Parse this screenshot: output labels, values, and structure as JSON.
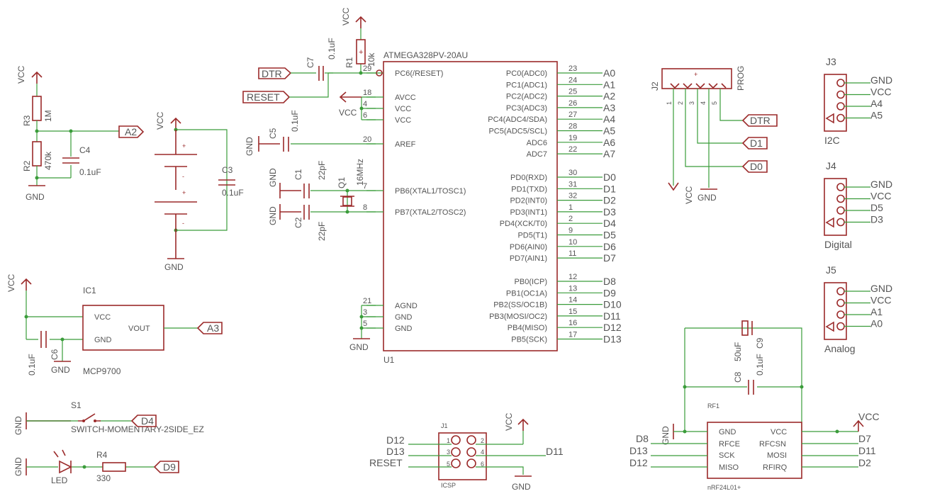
{
  "mcu": {
    "name": "ATMEGA328PV-20AU",
    "ref": "U1",
    "left_pins": [
      {
        "num": "29",
        "name": "PC6(/RESET)"
      },
      {
        "num": "18",
        "name": "AVCC"
      },
      {
        "num": "4",
        "name": "VCC"
      },
      {
        "num": "6",
        "name": "VCC"
      },
      {
        "num": "20",
        "name": "AREF"
      },
      {
        "num": "7",
        "name": "PB6(XTAL1/TOSC1)"
      },
      {
        "num": "8",
        "name": "PB7(XTAL2/TOSC2)"
      },
      {
        "num": "21",
        "name": "AGND"
      },
      {
        "num": "3",
        "name": "GND"
      },
      {
        "num": "5",
        "name": "GND"
      }
    ],
    "right_pins": [
      {
        "num": "23",
        "name": "PC0(ADC0)",
        "net": "A0"
      },
      {
        "num": "24",
        "name": "PC1(ADC1)",
        "net": "A1"
      },
      {
        "num": "25",
        "name": "PC2(ADC2)",
        "net": "A2"
      },
      {
        "num": "26",
        "name": "PC3(ADC3)",
        "net": "A3"
      },
      {
        "num": "27",
        "name": "PC4(ADC4/SDA)",
        "net": "A4"
      },
      {
        "num": "28",
        "name": "PC5(ADC5/SCL)",
        "net": "A5"
      },
      {
        "num": "19",
        "name": "ADC6",
        "net": "A6"
      },
      {
        "num": "22",
        "name": "ADC7",
        "net": "A7"
      },
      {
        "num": "30",
        "name": "PD0(RXD)",
        "net": "D0"
      },
      {
        "num": "31",
        "name": "PD1(TXD)",
        "net": "D1"
      },
      {
        "num": "32",
        "name": "PD2(INT0)",
        "net": "D2"
      },
      {
        "num": "1",
        "name": "PD3(INT1)",
        "net": "D3"
      },
      {
        "num": "2",
        "name": "PD4(XCK/T0)",
        "net": "D4"
      },
      {
        "num": "9",
        "name": "PD5(T1)",
        "net": "D5"
      },
      {
        "num": "10",
        "name": "PD6(AIN0)",
        "net": "D6"
      },
      {
        "num": "11",
        "name": "PD7(AIN1)",
        "net": "D7"
      },
      {
        "num": "12",
        "name": "PB0(ICP)",
        "net": "D8"
      },
      {
        "num": "13",
        "name": "PB1(OC1A)",
        "net": "D9"
      },
      {
        "num": "14",
        "name": "PB2(SS/OC1B)",
        "net": "D10"
      },
      {
        "num": "15",
        "name": "PB3(MOSI/OC2)",
        "net": "D11"
      },
      {
        "num": "16",
        "name": "PB4(MISO)",
        "net": "D12"
      },
      {
        "num": "17",
        "name": "PB5(SCK)",
        "net": "D13"
      }
    ]
  },
  "power": {
    "vcc": "VCC",
    "gnd": "GND"
  },
  "nets": {
    "dtr": "DTR",
    "reset": "RESET",
    "a2": "A2",
    "a3": "A3",
    "d0": "D0",
    "d1": "D1",
    "d4": "D4",
    "d9": "D9",
    "d2": "D2",
    "d7": "D7",
    "d8": "D8",
    "d11": "D11",
    "d12": "D12",
    "d13": "D13"
  },
  "parts": {
    "r1": {
      "ref": "R1",
      "value": "10k"
    },
    "r2": {
      "ref": "R2",
      "value": "470k"
    },
    "r3": {
      "ref": "R3",
      "value": "1M"
    },
    "r4": {
      "ref": "R4",
      "value": "330"
    },
    "c1": {
      "ref": "C1",
      "value": "22pF"
    },
    "c2": {
      "ref": "C2",
      "value": "22pF"
    },
    "c3": {
      "ref": "C3",
      "value": "0.1uF"
    },
    "c4": {
      "ref": "C4",
      "value": "0.1uF"
    },
    "c5": {
      "ref": "C5",
      "value": "0.1uF"
    },
    "c6": {
      "ref": "C6",
      "value": "0.1uF"
    },
    "c7": {
      "ref": "C7",
      "value": "0.1uF"
    },
    "c8": {
      "ref": "C8",
      "value": "0.1uF"
    },
    "c9": {
      "ref": "C9",
      "value": "50uF"
    },
    "q1": {
      "ref": "Q1",
      "value": "16MHz"
    },
    "ic1": {
      "ref": "IC1",
      "value": "MCP9700",
      "pins": [
        "VCC",
        "GND",
        "VOUT"
      ]
    },
    "s1": {
      "ref": "S1",
      "value": "SWITCH-MOMENTARY-2SIDE_EZ"
    },
    "led": {
      "value": "LED"
    },
    "j2": {
      "ref": "J2",
      "value": "PROG",
      "pins": [
        "1",
        "2",
        "3",
        "4",
        "5"
      ]
    },
    "j1": {
      "ref": "J1",
      "value": "ICSP",
      "pins": [
        "1",
        "2",
        "3",
        "4",
        "5",
        "6"
      ],
      "left_nets": [
        "D12",
        "D13",
        "RESET"
      ],
      "right_net": "D11"
    },
    "rf1": {
      "ref": "RF1",
      "value": "nRF24L01+",
      "left_pins": [
        "GND",
        "RFCE",
        "SCK",
        "MISO"
      ],
      "right_pins": [
        "VCC",
        "RFCSN",
        "MOSI",
        "RFIRQ"
      ],
      "left_nets": [
        "D8",
        "D13",
        "D12"
      ],
      "right_nets": [
        "D7",
        "D11",
        "D2"
      ]
    }
  },
  "headers": [
    {
      "ref": "J3",
      "caption": "I2C",
      "nets": [
        "GND",
        "VCC",
        "A4",
        "A5"
      ]
    },
    {
      "ref": "J4",
      "caption": "Digital",
      "nets": [
        "GND",
        "VCC",
        "D5",
        "D3"
      ]
    },
    {
      "ref": "J5",
      "caption": "Analog",
      "nets": [
        "GND",
        "VCC",
        "A1",
        "A0"
      ]
    }
  ]
}
